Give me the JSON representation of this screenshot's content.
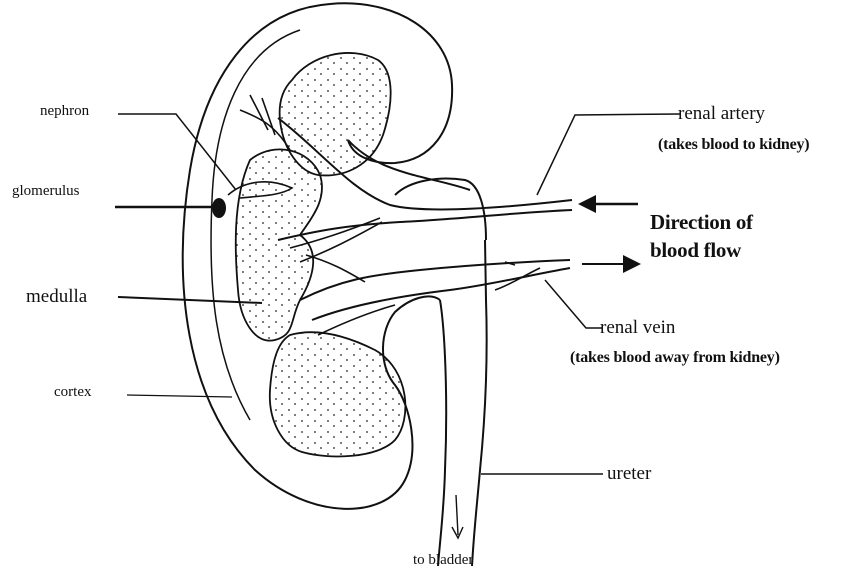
{
  "labels": {
    "nephron": "nephron",
    "glomerulus": "glomerulus",
    "medulla": "medulla",
    "cortex": "cortex",
    "renal_artery": "renal artery",
    "renal_artery_note": "(takes blood to kidney)",
    "direction_line1": "Direction of",
    "direction_line2": "blood flow",
    "renal_vein": "renal vein",
    "renal_vein_note": "(takes blood away from kidney)",
    "ureter": "ureter",
    "to_bladder": "to bladder"
  },
  "colors": {
    "ink": "#111111",
    "paper": "#ffffff"
  }
}
